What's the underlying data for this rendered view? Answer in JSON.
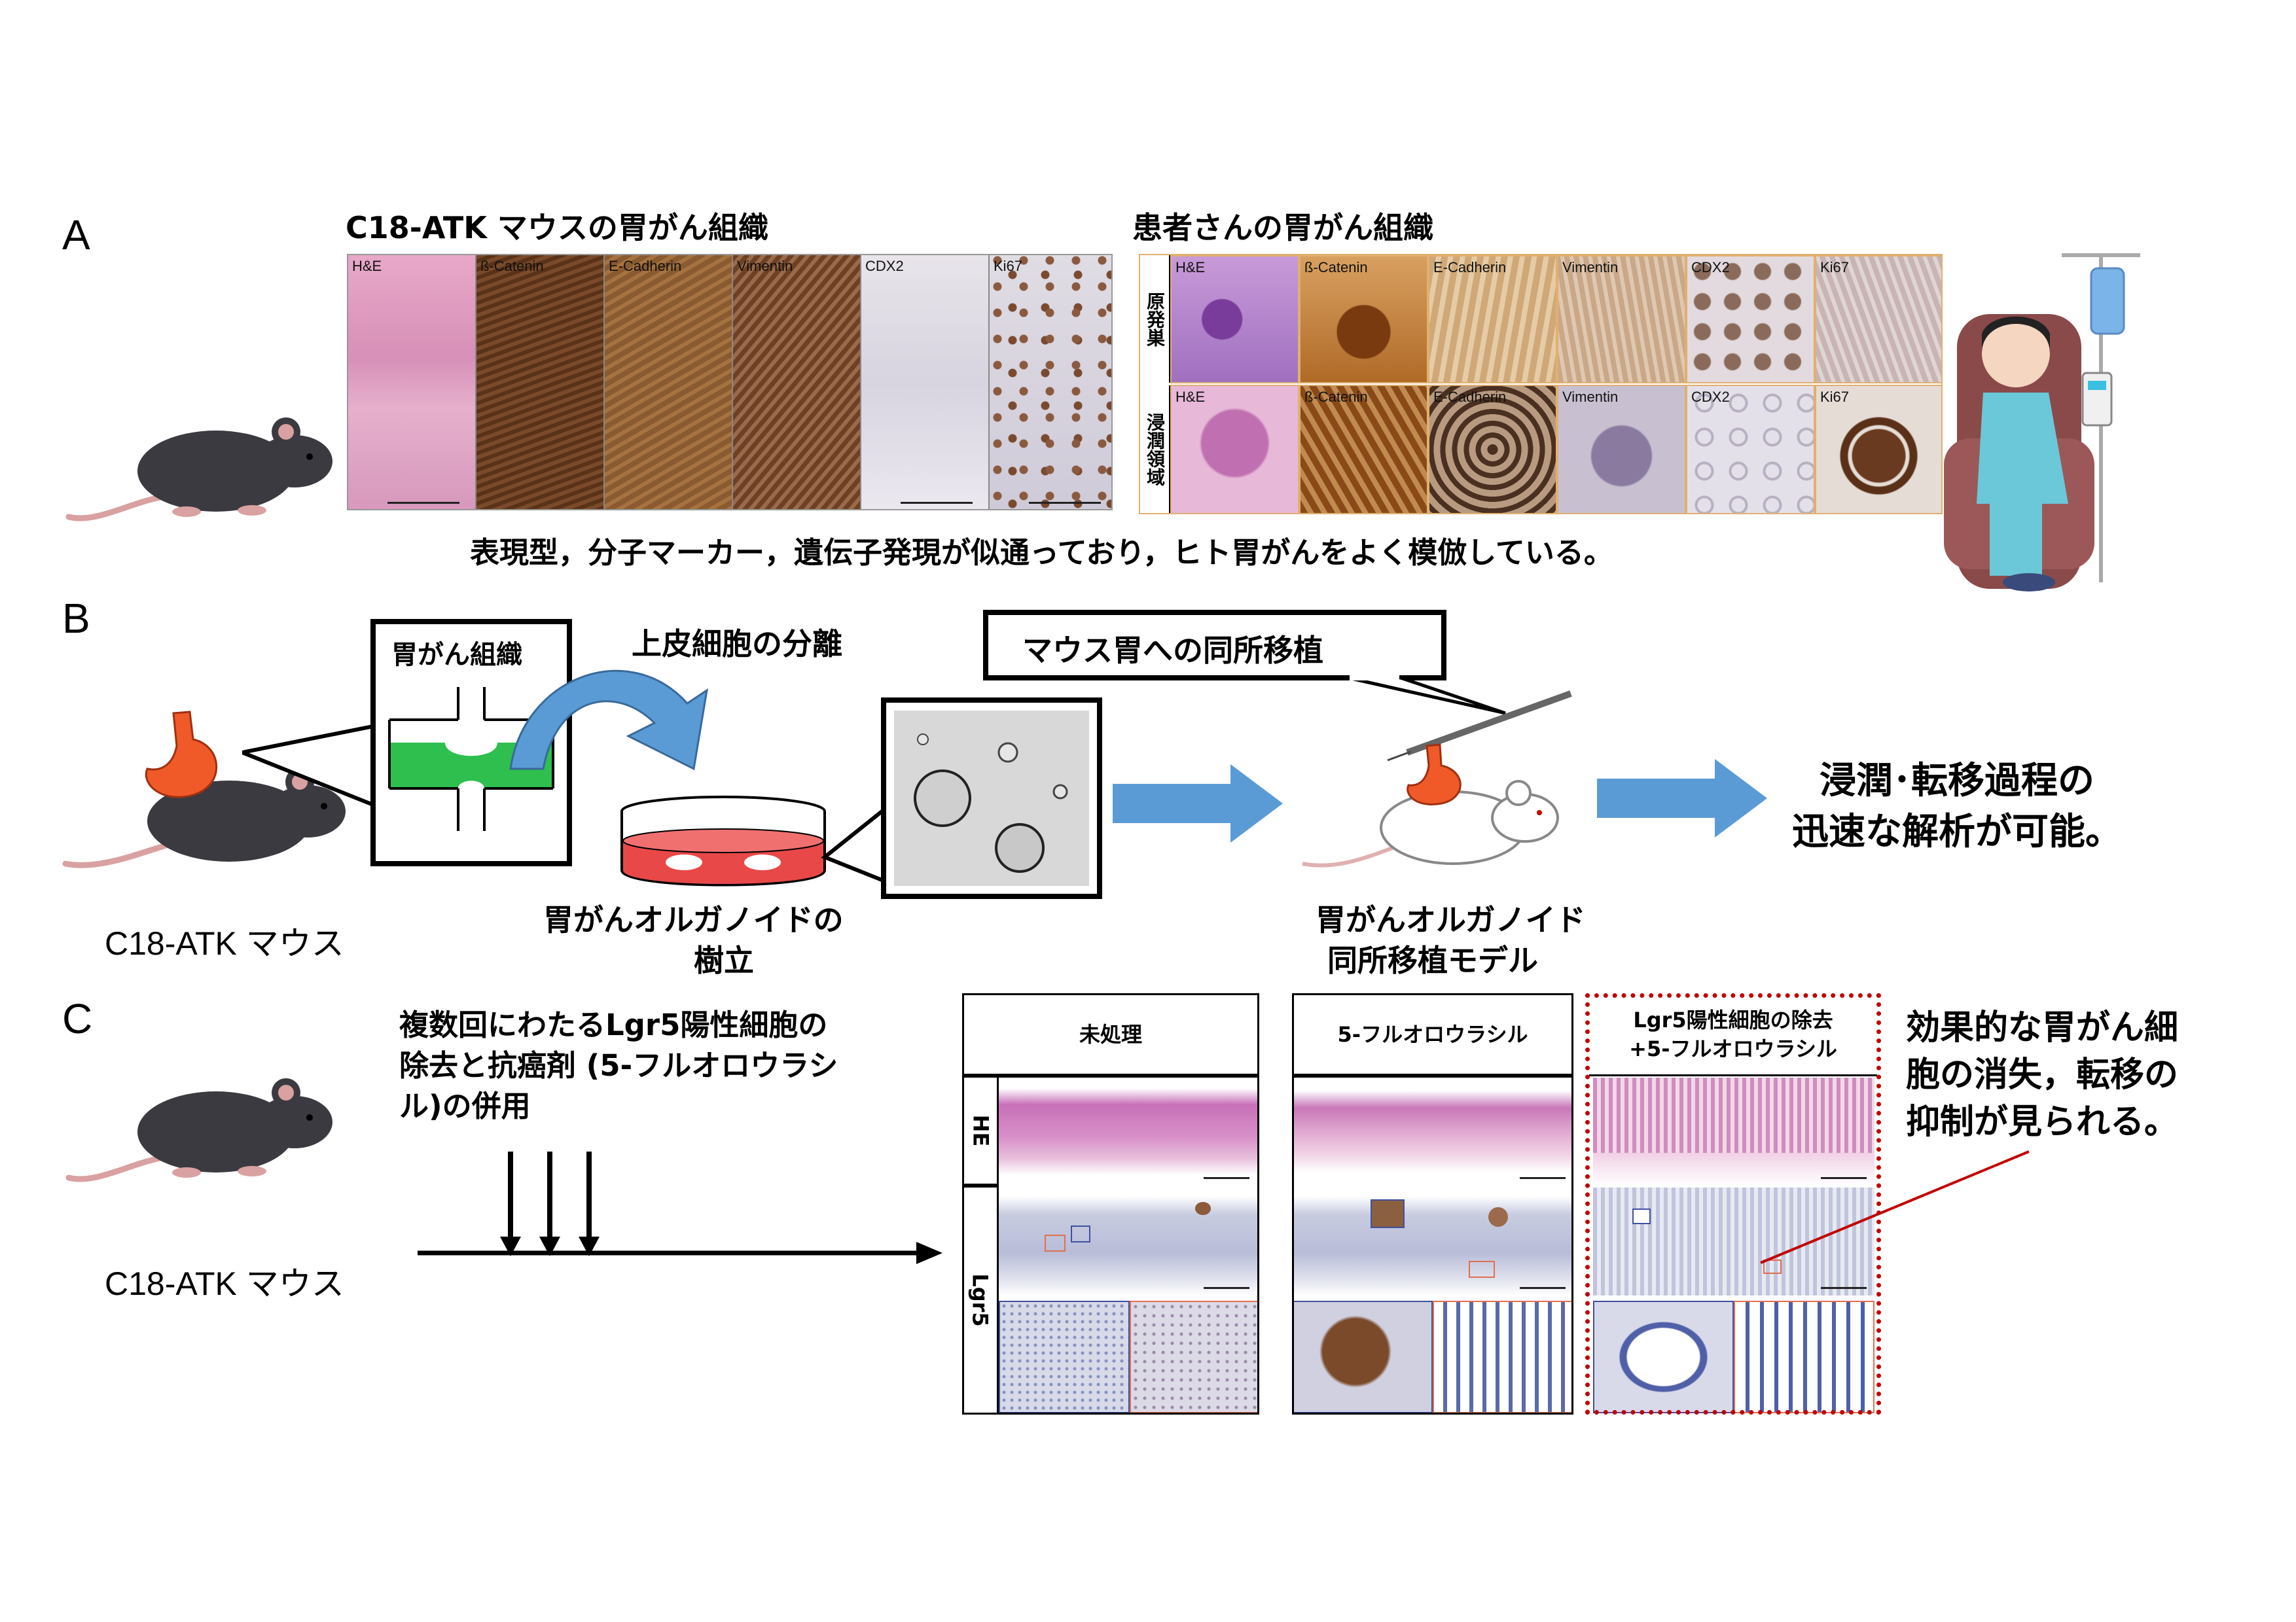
{
  "colors": {
    "arrow_blue": "#5b9bd5",
    "red_frame": "#c00000",
    "stomach": "#f05a28",
    "green": "#2ebf4f",
    "dish_red": "#e84848"
  },
  "panel_a": {
    "letter": "A",
    "mouse_title": "C18-ATK マウスの胃がん組織",
    "patient_title": "患者さんの胃がん組織",
    "mouse_stains": [
      "H&E",
      "ß-Catenin",
      "E-Cadherin",
      "Vimentin",
      "CDX2",
      "Ki67"
    ],
    "patient_stains_row1": [
      "H&E",
      "ß-Catenin",
      "E-Cadherin",
      "Vimentin",
      "CDX2",
      "Ki67"
    ],
    "patient_stains_row2": [
      "H&E",
      "ß-Catenin",
      "E-Cadherin",
      "Vimentin",
      "CDX2",
      "Ki67"
    ],
    "row_label_1": "原発巣",
    "row_label_2": "浸潤領域",
    "caption": "表現型，分子マーカー，遺伝子発現が似通っており，ヒト胃がんをよく模倣している。"
  },
  "panel_b": {
    "letter": "B",
    "tissue_label": "胃がん組織",
    "separation_label": "上皮細胞の分離",
    "transplant_box": "マウス胃への同所移植",
    "mouse_label": "C18-ATK マウス",
    "organoid_line1": "胃がんオルガノイドの",
    "organoid_line2": "樹立",
    "model_line1": "胃がんオルガノイド",
    "model_line2": "同所移植モデル",
    "result_line1": "浸潤･転移過程の",
    "result_line2": "迅速な解析が可能。"
  },
  "panel_c": {
    "letter": "C",
    "mouse_label": "C18-ATK マウス",
    "treatment_line1": "複数回にわたるLgr5陽性細胞の",
    "treatment_line2": "除去と抗癌剤 (5-フルオロウラシ",
    "treatment_line3": "ル)の併用",
    "col_untreated": "未処理",
    "col_5fu": "5-フルオロウラシル",
    "col_combo_line1": "Lgr5陽性細胞の除去",
    "col_combo_line2": "+5-フルオロウラシル",
    "row_he": "HE",
    "row_lgr5": "Lgr5",
    "result_line1": "効果的な胃がん細",
    "result_line2": "胞の消失，転移の",
    "result_line3": "抑制が見られる。"
  }
}
